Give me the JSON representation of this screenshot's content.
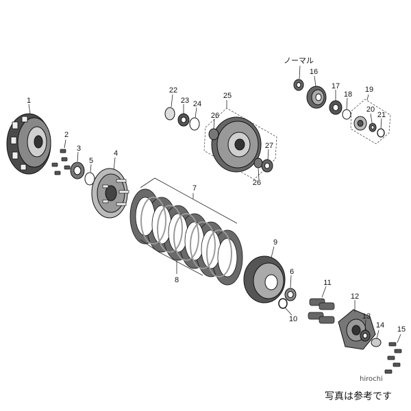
{
  "callouts": {
    "c1": "1",
    "c2": "2",
    "c3": "3",
    "c4": "4",
    "c5": "5",
    "c6": "6",
    "c7": "7",
    "c8": "8",
    "c9": "9",
    "c10": "10",
    "c11": "11",
    "c12": "12",
    "c13": "13",
    "c14": "14",
    "c15": "15",
    "c16": "16",
    "c17": "17",
    "c18": "18",
    "c19": "19",
    "c20": "20",
    "c21": "21",
    "c22": "22",
    "c23": "23",
    "c24": "24",
    "c25": "25",
    "c26a": "26",
    "c26b": "26",
    "c27": "27"
  },
  "labels": {
    "normal": "ノーマル"
  },
  "watermark": "hirochi",
  "footer_note": "写真は参考です"
}
